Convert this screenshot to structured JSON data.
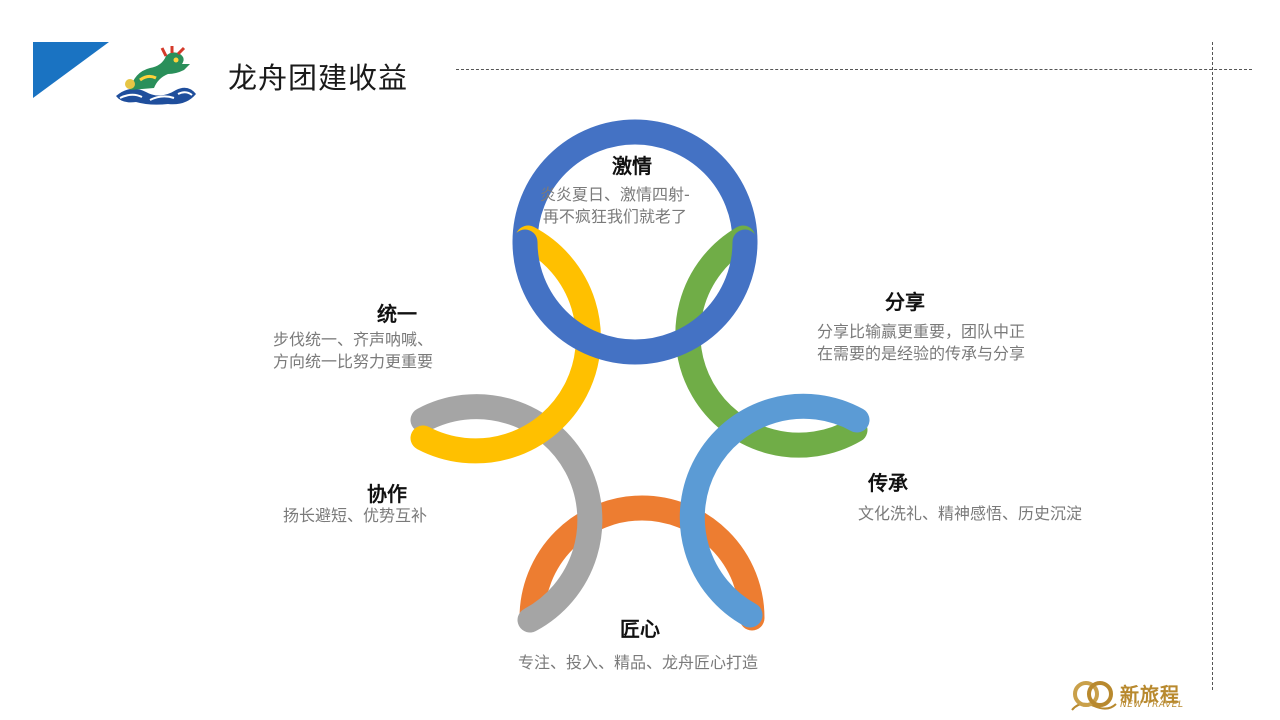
{
  "slide": {
    "title": "龙舟团建收益"
  },
  "benefits": [
    {
      "heading": "激情",
      "lines": [
        "炎炎夏日、激情四射-",
        "再不疯狂我们就老了"
      ]
    },
    {
      "heading": "分享",
      "lines": [
        "分享比输赢更重要，团队中正",
        "在需要的是经验的传承与分享"
      ]
    },
    {
      "heading": "传承",
      "lines": [
        "文化洗礼、精神感悟、历史沉淀"
      ]
    },
    {
      "heading": "匠心",
      "lines": [
        "专注、投入、精品、龙舟匠心打造"
      ]
    },
    {
      "heading": "协作",
      "lines": [
        "扬长避短、优势互补"
      ]
    },
    {
      "heading": "统一",
      "lines": [
        "步伐统一、齐声呐喊、",
        "方向统一比努力更重要"
      ]
    }
  ],
  "ring_colors": {
    "passion": "#4472c4",
    "share": "#70ad47",
    "inherit": "#5b9bd5",
    "craft": "#ed7d31",
    "collab": "#a5a5a5",
    "unity": "#ffc000"
  },
  "brand": {
    "name": "新旅程",
    "sub": "NEW TRAVEL",
    "color": "#b8892e",
    "accent": "#1a73c2"
  },
  "icons": {
    "mascot": "dragon-boat-icon",
    "logo": "heart-rings-logo-icon"
  }
}
